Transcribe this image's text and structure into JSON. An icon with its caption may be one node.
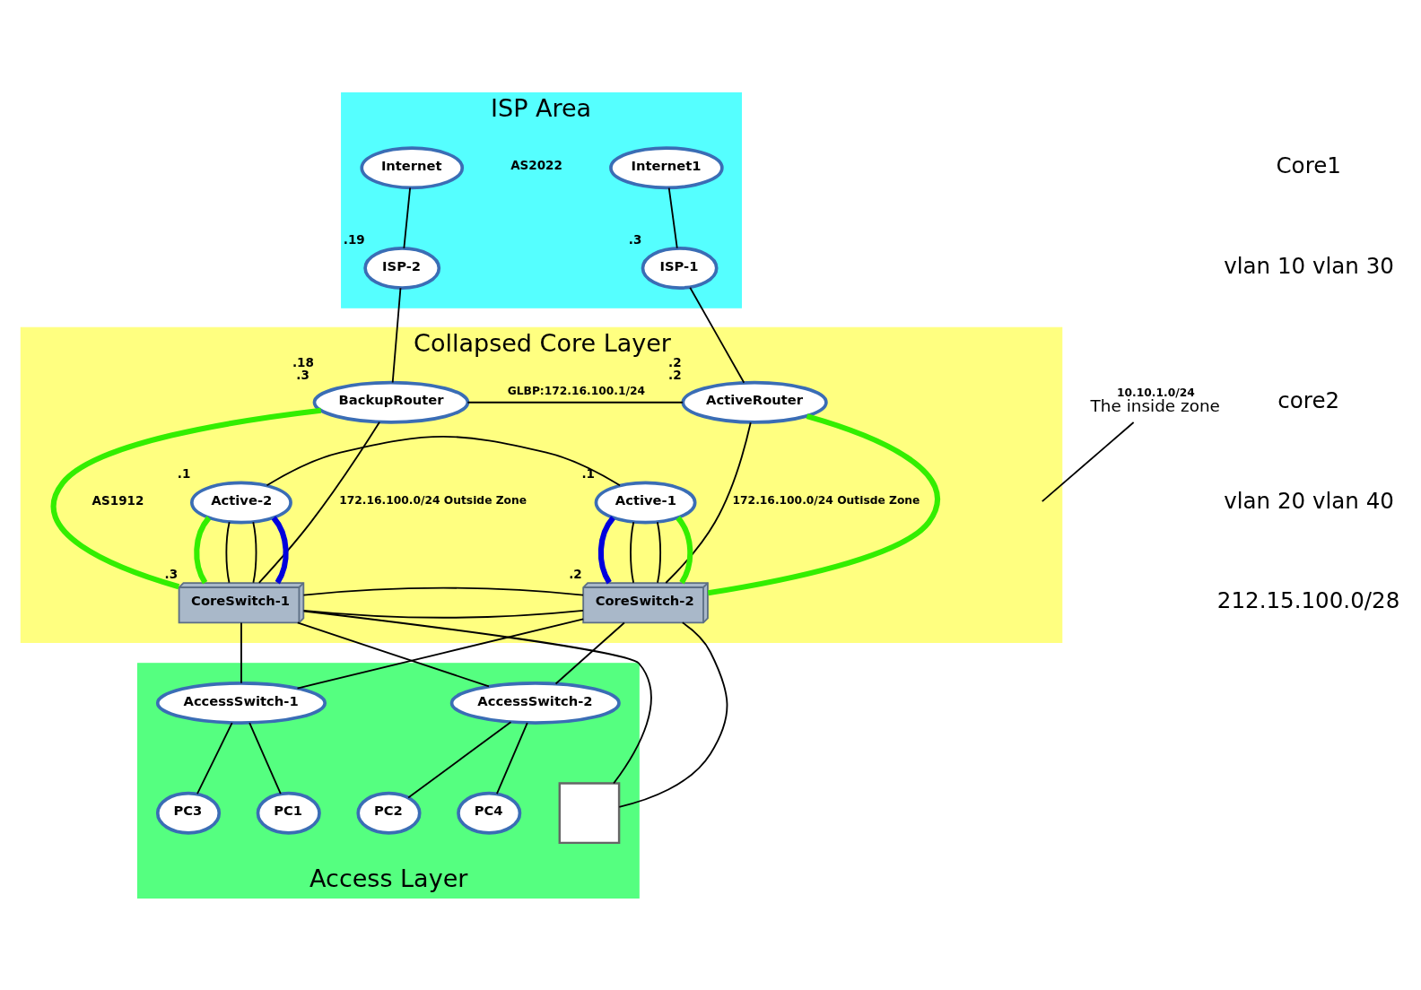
{
  "diagram": {
    "nodes": [
      {
        "text": [
          "ISP Area"
        ]
      },
      {
        "text": [
          "Internet"
        ],
        "in": 0
      },
      {
        "text": [
          "Internet1"
        ],
        "in": 0
      },
      {
        "text": [
          "ISP-2"
        ],
        "in": 0,
        "beside": [
          ".19"
        ]
      },
      {
        "text": [
          "ISP-1"
        ],
        "in": 0,
        "beside": [
          ".3"
        ]
      },
      {
        "text": [
          "Collapsed Core Layer"
        ]
      },
      {
        "text": [
          "BackupRouter"
        ],
        "in": 5,
        "beside": [
          ".18",
          ".3"
        ]
      },
      {
        "text": [
          "ActiveRouter"
        ],
        "in": 5,
        "beside": [
          ".2",
          ".2"
        ]
      },
      {
        "text": [
          "Active-2"
        ],
        "in": 5,
        "beside": [
          ".1"
        ]
      },
      {
        "text": [
          "Active-1"
        ],
        "in": 5,
        "beside": [
          ".1"
        ]
      },
      {
        "text": [
          "CoreSwitch-1"
        ],
        "in": 5,
        "beside": [
          ".3"
        ]
      },
      {
        "text": [
          "CoreSwitch-2"
        ],
        "in": 5,
        "beside": [
          ".2"
        ]
      },
      {
        "text": [
          "Access Layer"
        ]
      },
      {
        "text": [
          "AccessSwitch-1"
        ],
        "in": 12
      },
      {
        "text": [
          "AccessSwitch-2"
        ],
        "in": 12
      },
      {
        "text": [
          "PC3"
        ],
        "in": 12
      },
      {
        "text": [
          "PC1"
        ],
        "in": 12
      },
      {
        "text": [],
        "shape": "box",
        "in": 12
      },
      {
        "text": [
          "PC2"
        ],
        "in": 12
      },
      {
        "text": [
          "PC4"
        ],
        "in": 12
      },
      {
        "text": [
          "10.10.1.0/24",
          "The inside zone"
        ]
      }
    ],
    "edges": [
      {
        "from": 1,
        "to": 3,
        "arrow": "none"
      },
      {
        "from": 2,
        "to": 4,
        "arrow": "none"
      },
      {
        "from": 3,
        "to": 6,
        "arrow": "none"
      },
      {
        "from": 4,
        "to": 7,
        "arrow": "none"
      },
      {
        "from": 6,
        "to": 7,
        "arrow": "none",
        "label": "GLBP:172.16.100.1/24"
      },
      {
        "from": 6,
        "to": 10,
        "arrow": "none",
        "label": "172.16.100.0/24 Outside Zone"
      },
      {
        "from": 6,
        "to": 10,
        "arrow": "none",
        "style": "thick",
        "color": "#33ee00"
      },
      {
        "from": 7,
        "to": 11,
        "arrow": "none",
        "label": "172.16.100.0/24 Outisde Zone"
      },
      {
        "from": 7,
        "to": 11,
        "arrow": "none",
        "style": "thick",
        "color": "#33ee00"
      },
      {
        "from": 8,
        "to": 9,
        "arrow": "none"
      },
      {
        "from": 8,
        "to": 10,
        "arrow": "none",
        "style": "thick",
        "color": "#33ee00"
      },
      {
        "from": 8,
        "to": 10,
        "arrow": "none"
      },
      {
        "from": 8,
        "to": 10,
        "arrow": "none"
      },
      {
        "from": 8,
        "to": 10,
        "arrow": "none",
        "style": "thick",
        "color": "#0000dd"
      },
      {
        "from": 9,
        "to": 11,
        "arrow": "none",
        "style": "thick",
        "color": "#0000dd"
      },
      {
        "from": 9,
        "to": 11,
        "arrow": "none"
      },
      {
        "from": 9,
        "to": 11,
        "arrow": "none"
      },
      {
        "from": 9,
        "to": 11,
        "arrow": "none",
        "style": "thick",
        "color": "#33ee00"
      },
      {
        "from": 10,
        "to": 11,
        "arrow": "none"
      },
      {
        "from": 10,
        "to": 11,
        "arrow": "none"
      },
      {
        "from": 10,
        "to": 13,
        "arrow": "none"
      },
      {
        "from": 10,
        "to": 17,
        "arrow": "none"
      },
      {
        "from": 10,
        "to": 14,
        "arrow": "none"
      },
      {
        "from": 11,
        "to": 13,
        "arrow": "none"
      },
      {
        "from": 11,
        "to": 17,
        "arrow": "none"
      },
      {
        "from": 11,
        "to": 14,
        "arrow": "none"
      },
      {
        "from": 13,
        "to": 15,
        "arrow": "none"
      },
      {
        "from": 13,
        "to": 16,
        "arrow": "none"
      },
      {
        "from": 14,
        "to": 18,
        "arrow": "none"
      },
      {
        "from": 14,
        "to": 19,
        "arrow": "none"
      },
      {
        "from": 20,
        "to": null,
        "arrow": "none"
      }
    ],
    "labels": [
      "AS2022",
      "Core1",
      "vlan 10 vlan 30",
      "core2",
      "vlan 20 vlan 40",
      "212.15.100.0/28",
      "AS1912"
    ]
  }
}
